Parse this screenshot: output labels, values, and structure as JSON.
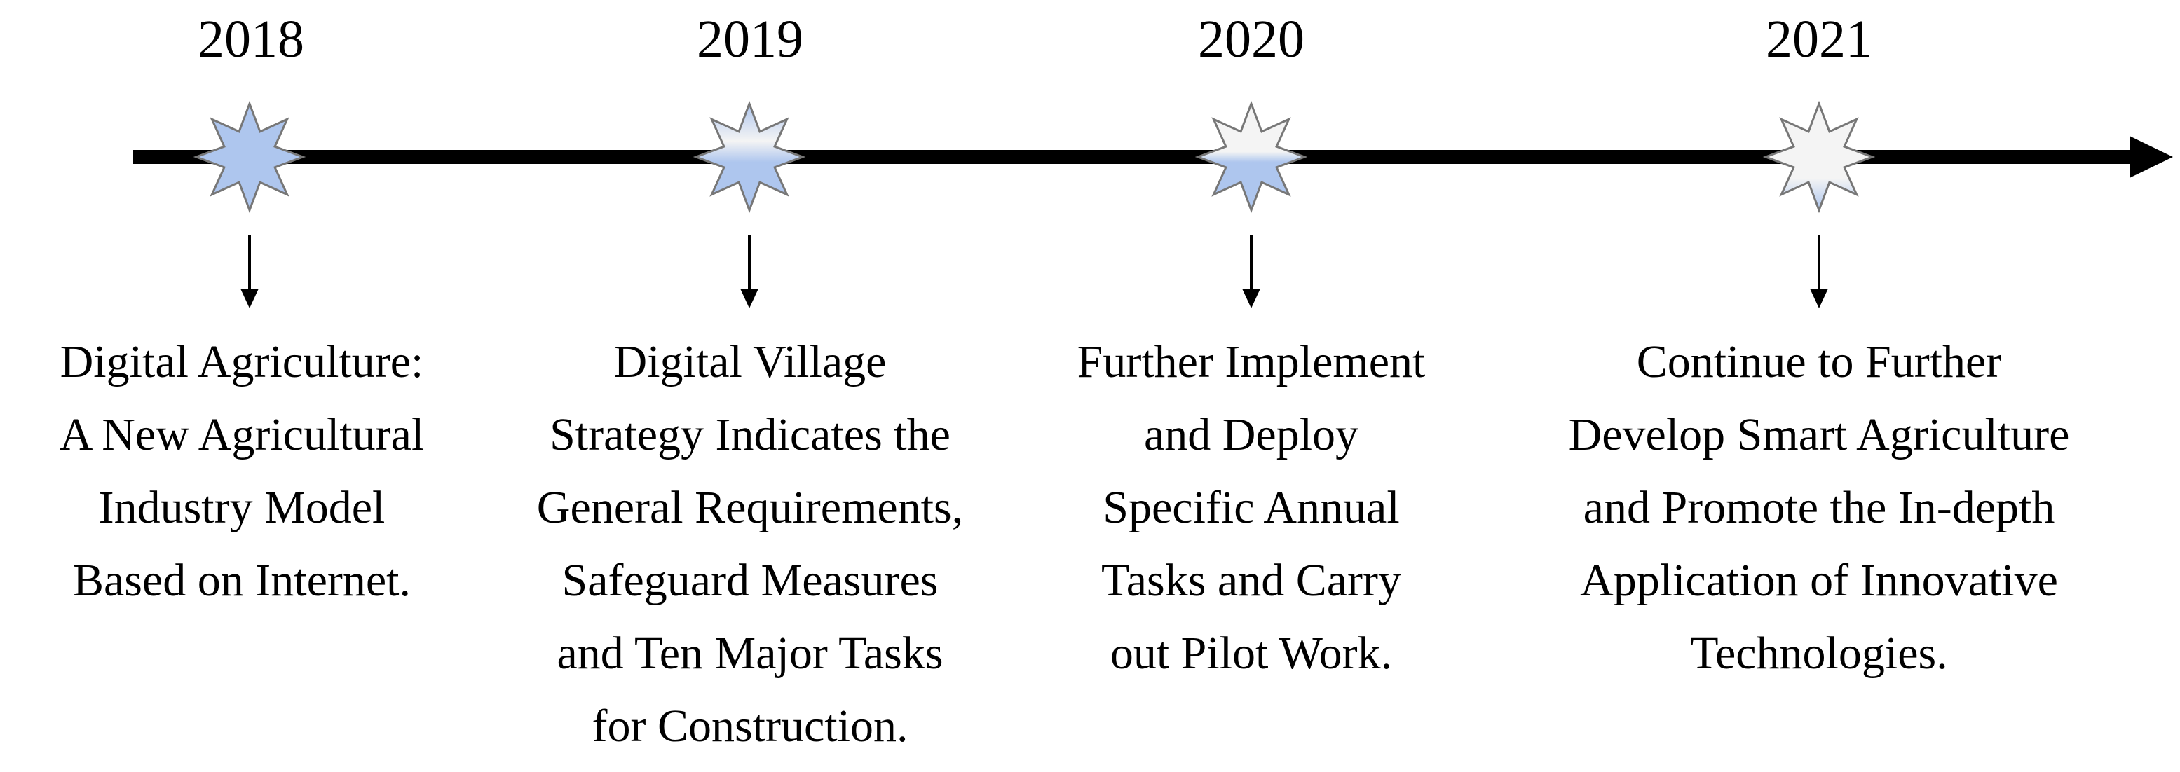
{
  "milestones": [
    {
      "year": "2018",
      "description": "Digital Agriculture:\nA New Agricultural\nIndustry Model\nBased on Internet."
    },
    {
      "year": "2019",
      "description": "Digital Village\nStrategy Indicates the\nGeneral Requirements,\nSafeguard Measures\nand Ten Major Tasks\nfor Construction."
    },
    {
      "year": "2020",
      "description": "Further Implement\nand Deploy\nSpecific Annual\nTasks and Carry\nout Pilot Work."
    },
    {
      "year": "2021",
      "description": "Continue to Further\nDevelop Smart Agriculture\nand Promote the In-depth\nApplication of Innovative\nTechnologies."
    }
  ],
  "colors": {
    "star_blue": "#aec6ee",
    "star_light": "#f4f4f4",
    "line": "#000000"
  }
}
